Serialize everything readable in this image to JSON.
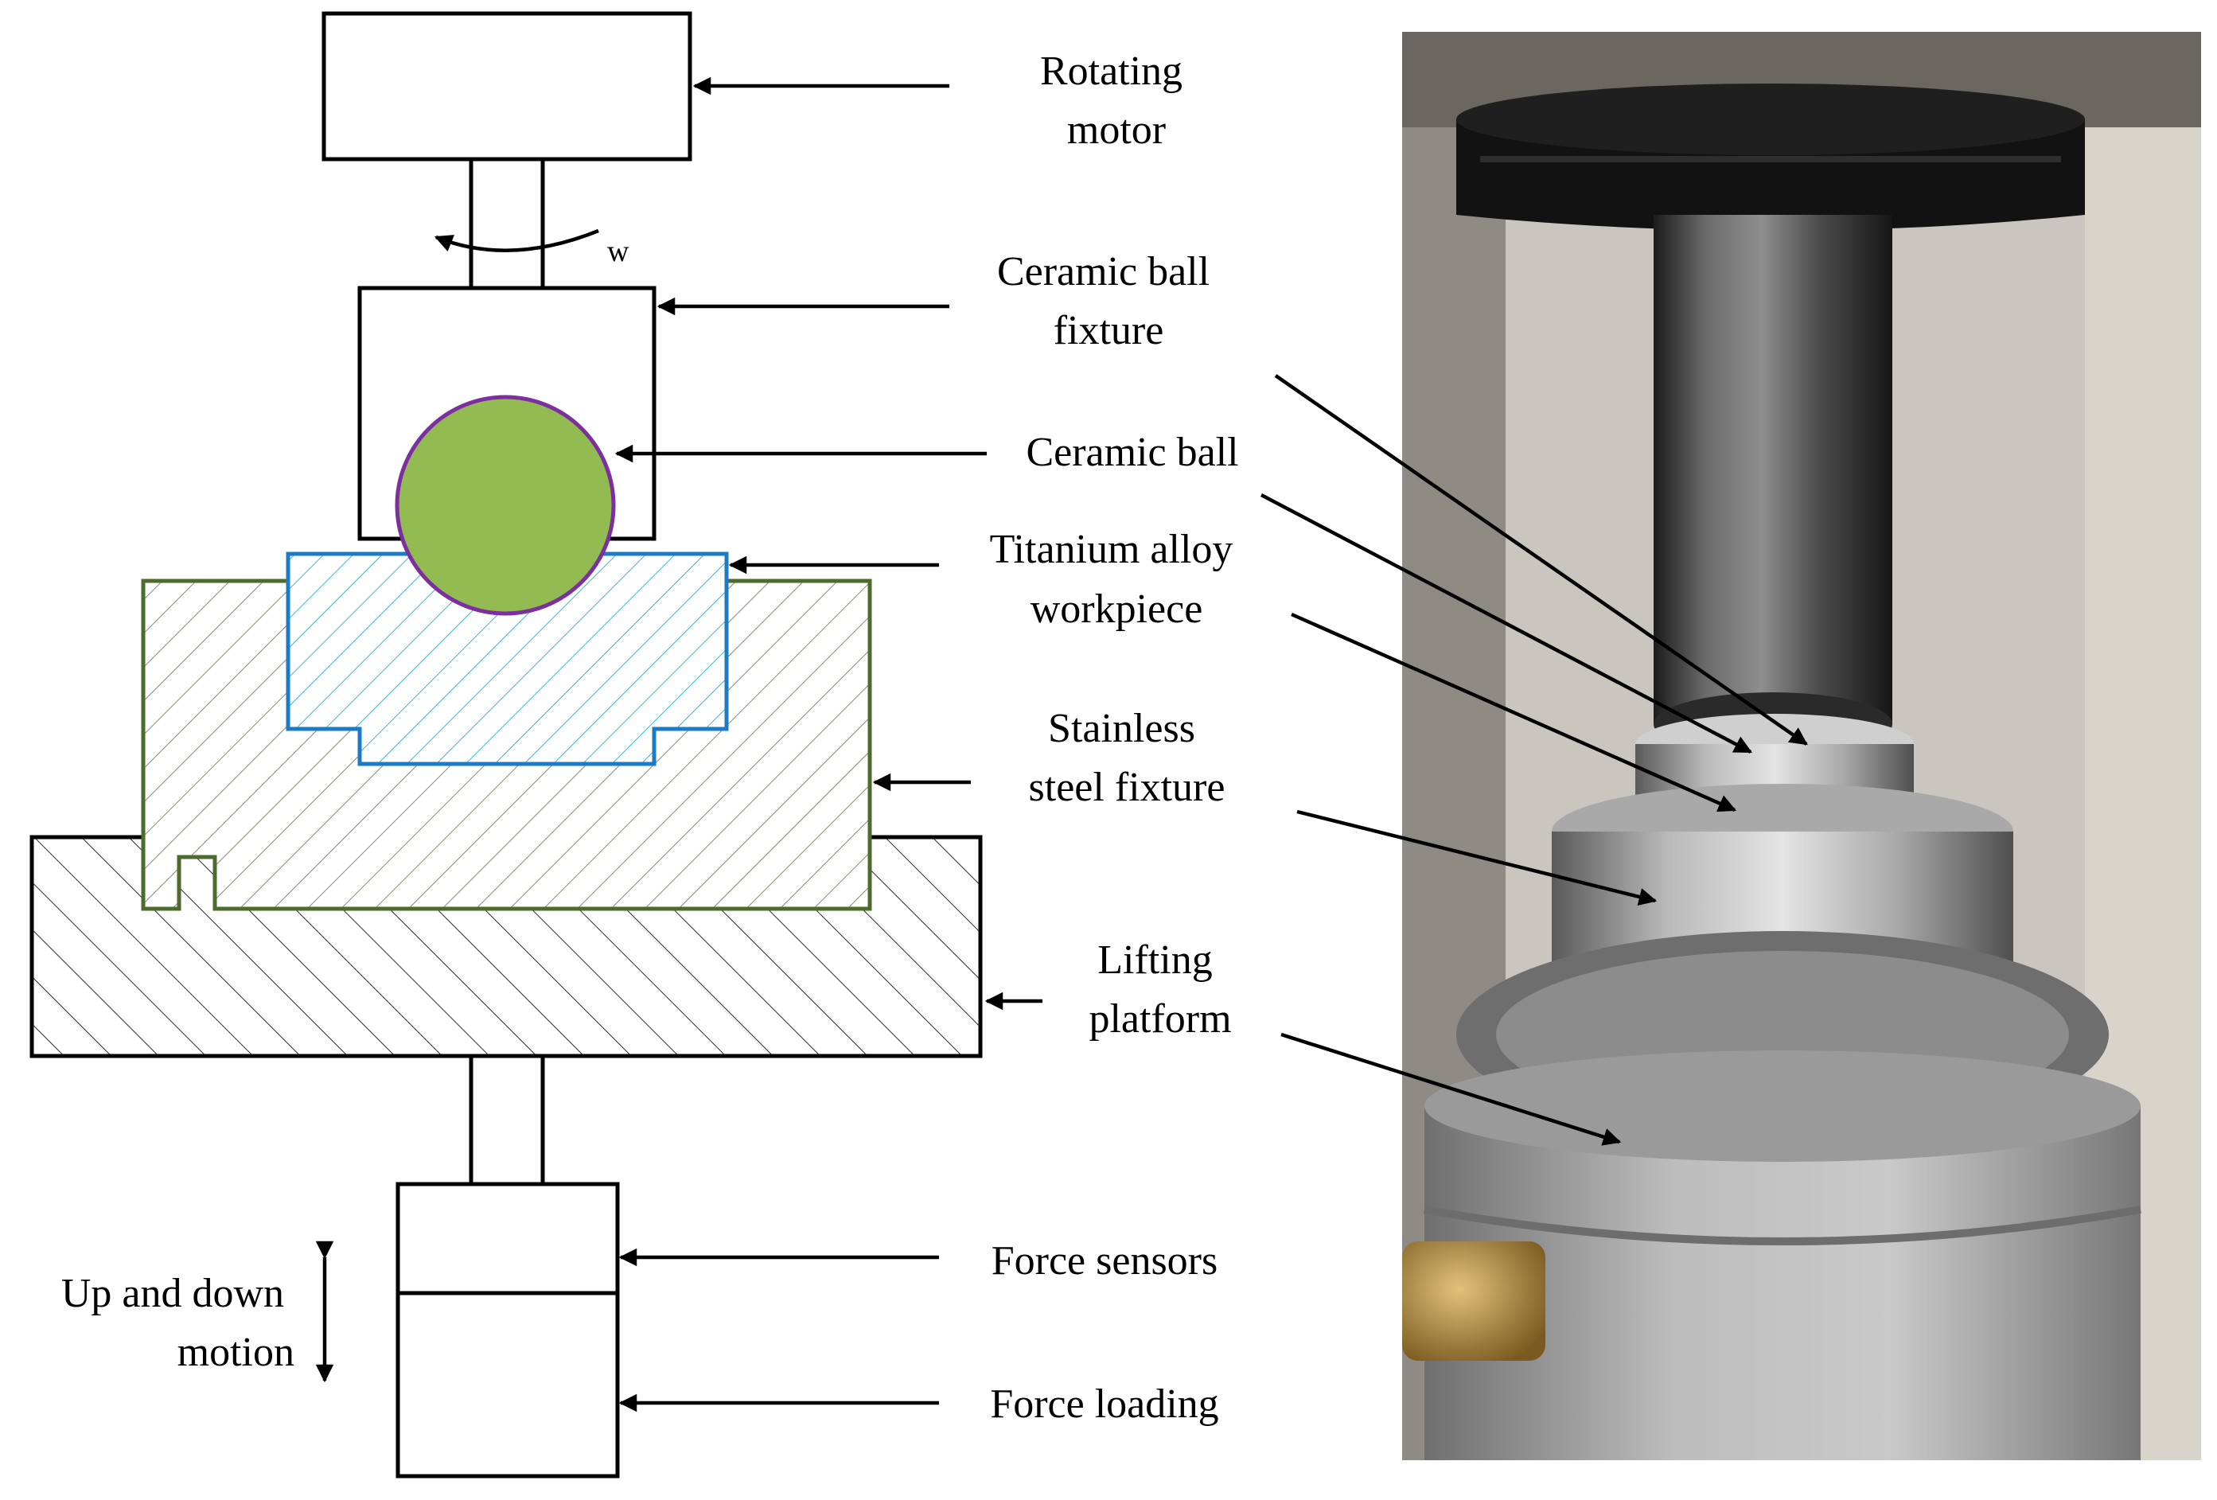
{
  "labels": {
    "rotating_motor": [
      "Rotating",
      "motor"
    ],
    "omega": "w",
    "ball_fixture": [
      "Ceramic ball",
      "fixture"
    ],
    "ceramic_ball": "Ceramic ball",
    "workpiece": [
      "Titanium alloy",
      "workpiece"
    ],
    "stainless_fixture": [
      "Stainless",
      "steel fixture"
    ],
    "lifting_platform": [
      "Lifting",
      "platform"
    ],
    "force_sensors": "Force sensors",
    "force_loading": "Force loading",
    "motion": [
      "Up and down",
      "motion"
    ]
  },
  "colors": {
    "ball_fill": "#92BB52",
    "ball_outline": "#7D2FA0",
    "workpiece_outline": "#1C7BC4",
    "workpiece_hatch": "#3FB6E0",
    "steel_outline": "#4E6B2E",
    "steel_hatch": "#8A8A70",
    "platform_hatch": "#2A2A2A"
  }
}
